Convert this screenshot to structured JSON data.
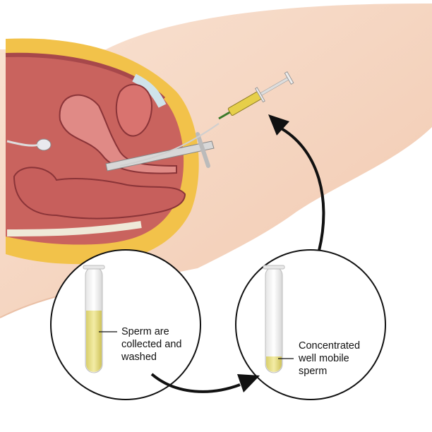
{
  "illustration": {
    "colors": {
      "skin": "#f7d9c4",
      "tissue": "#b8545a",
      "fat": "#f2c24a",
      "sperm_fluid": "#e8e08a",
      "arrow": "#111111"
    },
    "step1": {
      "lines": [
        "Sperm are",
        "collected and",
        "washed"
      ]
    },
    "step2": {
      "lines": [
        "Concentrated",
        "well mobile",
        "sperm"
      ]
    }
  }
}
